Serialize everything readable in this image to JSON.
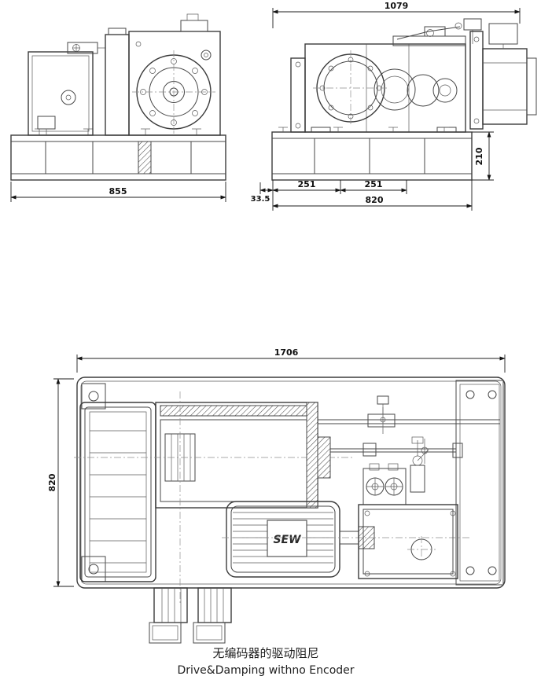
{
  "caption": {
    "zh": "无编码器的驱动阻尼",
    "en": "Drive&Damping withno Encoder"
  },
  "dims": {
    "side_width": "855",
    "front_overall_width": "1079",
    "front_base_height": "210",
    "front_offset": "33.5",
    "front_segment_1": "251",
    "front_segment_2": "251",
    "front_base_width": "820",
    "plan_length": "1706",
    "plan_width": "820"
  },
  "labels": {
    "motor_logo": "SEW"
  }
}
